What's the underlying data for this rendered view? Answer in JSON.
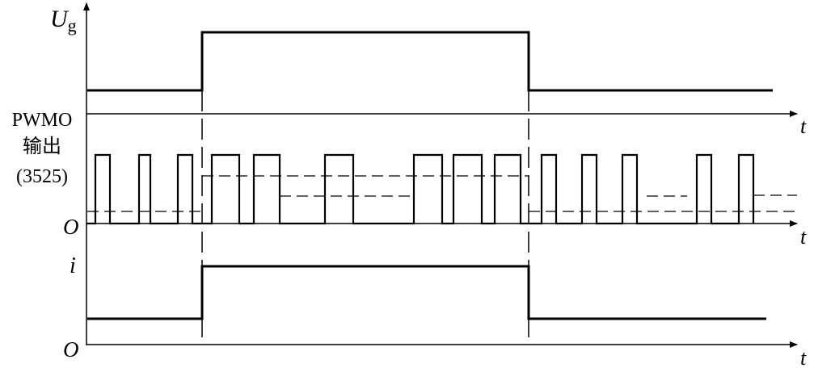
{
  "labels": {
    "ug_main": "U",
    "ug_sub": "g",
    "pwmo_line1": "PWMO",
    "pwmo_line2": "输出",
    "pwmo_line3": "(3525)",
    "origin_pwm": "O",
    "current": "i",
    "origin_i": "O",
    "time_1": "t",
    "time_2": "t",
    "time_3": "t"
  }
}
